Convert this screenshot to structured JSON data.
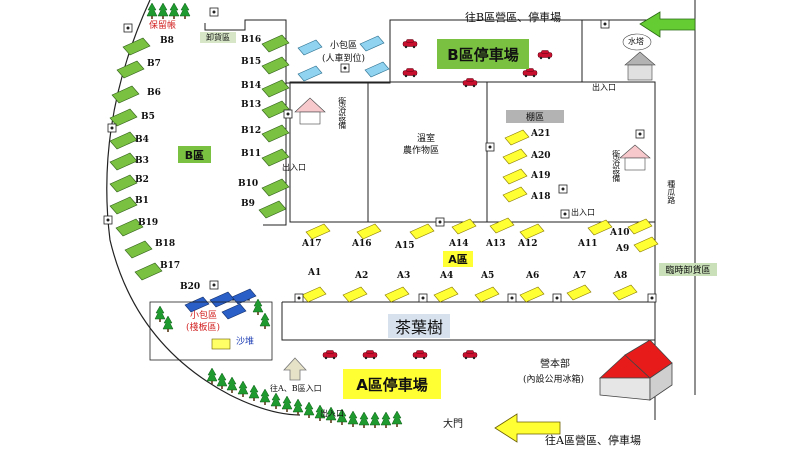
{
  "title_labels": {
    "to_b": "往B區營區、停車場",
    "to_a": "往A區營區、停車場",
    "entrance_ab": "往A、B區入口",
    "main_gate": "大門"
  },
  "zones": {
    "b_parking": "B區停車場",
    "a_parking": "A區停車場",
    "b_zone": "B區",
    "a_zone": "A區",
    "tea_tree": "茶葉樹",
    "shed": "棚區",
    "unload_b": "卸貨區",
    "unload_temp": "臨時卸貨區",
    "lost_found": "保留帳",
    "small_tent": "小包區",
    "small_tent_sub": "(人車到位)",
    "small_tent2": "小包區",
    "small_tent2_sub": "(棧板區)",
    "sand": "沙堆",
    "greenhouse": "溫室",
    "greenhouse_sub": "農作物區",
    "bath_left": "衛浴設備",
    "bath_right": "衛浴設備",
    "water_tower": "水塔",
    "hq": "營本部",
    "hq_sub": "(內設公用冰箱)",
    "exit1": "出入口",
    "exit2": "出入口",
    "exit3": "出入口",
    "exit4": "出入口",
    "road": "種瓜路"
  },
  "b_slots_left": [
    "B8",
    "B7",
    "B6",
    "B5",
    "B4",
    "B3",
    "B2",
    "B1",
    "B19",
    "B18",
    "B17",
    "B20"
  ],
  "b_slots_mid": [
    "B16",
    "B15",
    "B14",
    "B13",
    "B12",
    "B11",
    "B10",
    "B9"
  ],
  "a_slots_upper": [
    "A17",
    "A16",
    "A15",
    "A14",
    "A13",
    "A12",
    "A11",
    "A10",
    "A9"
  ],
  "a_slots_right": [
    "A21",
    "A20",
    "A19",
    "A18"
  ],
  "a_slots_lower": [
    "A1",
    "A2",
    "A3",
    "A4",
    "A5",
    "A6",
    "A7",
    "A8"
  ],
  "colors": {
    "b_green": "#7ac142",
    "a_yellow": "#ffff33",
    "small_blue": "#8fd3f0",
    "car_red": "#c8102e",
    "hq_roof": "#e81b1b",
    "arrow_yellow": "#ffff33",
    "arrow_green": "#66cc33"
  }
}
